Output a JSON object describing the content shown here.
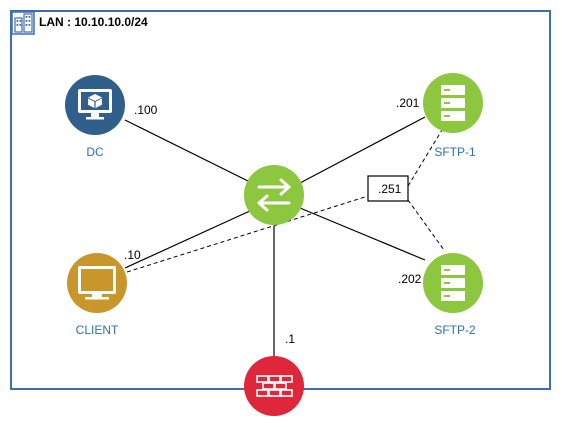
{
  "title": "LAN : 10.10.10.0/24",
  "colors": {
    "frame": "#3d6fb0",
    "dc": "#2f5f8a",
    "switch": "#8dc63f",
    "sftp": "#8dc63f",
    "client": "#c8962a",
    "firewall": "#e0263a",
    "node_label": "#2f6fb5"
  },
  "nodes": {
    "dc": {
      "label": "DC",
      "address": ".100",
      "icon": "monitor-cube-icon"
    },
    "switch": {
      "icon": "switch-arrows-icon"
    },
    "client": {
      "label": "CLIENT",
      "address": ".10",
      "icon": "monitor-icon"
    },
    "sftp1": {
      "label": "SFTP-1",
      "address": ".201",
      "icon": "server-icon"
    },
    "sftp2": {
      "label": "SFTP-2",
      "address": ".202",
      "icon": "server-icon"
    },
    "firewall": {
      "address": ".1",
      "icon": "firewall-brick-icon"
    },
    "vip": {
      "address": ".251"
    }
  }
}
